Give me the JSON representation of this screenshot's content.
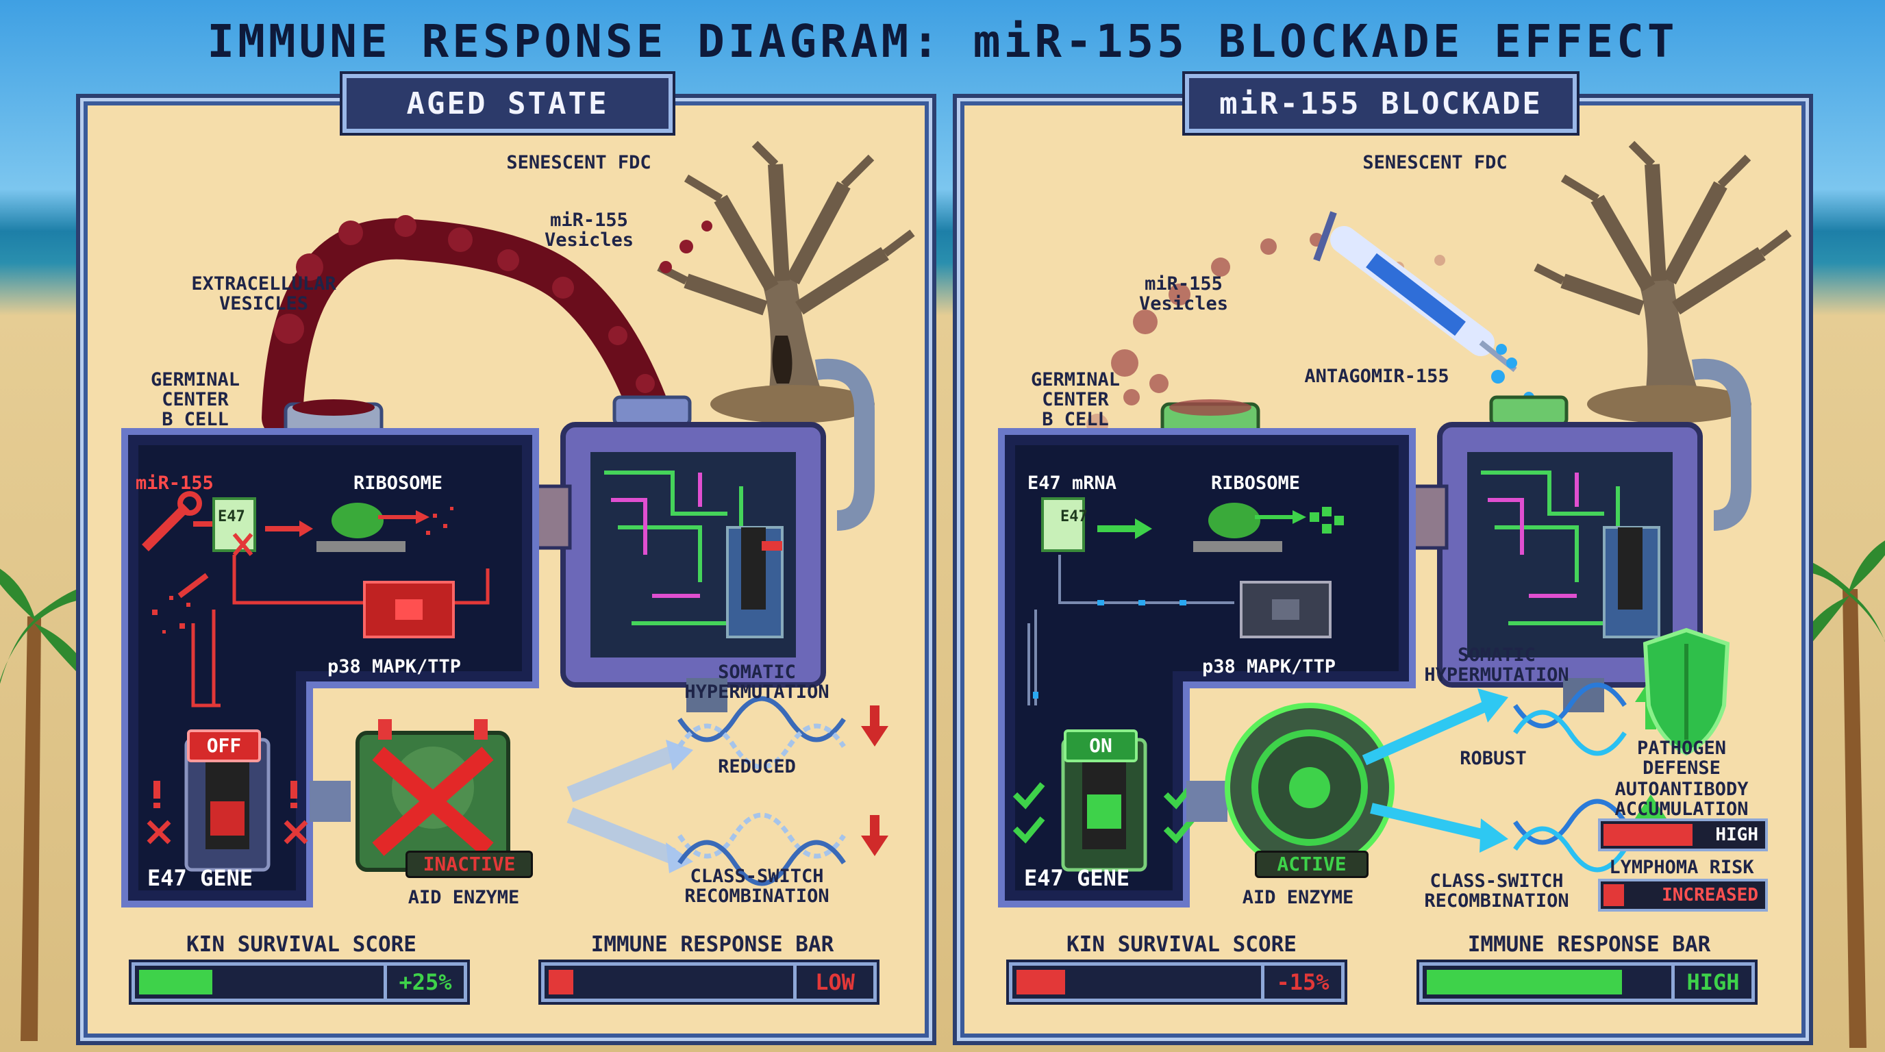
{
  "title": "IMMUNE RESPONSE DIAGRAM: miR-155 BLOCKADE EFFECT",
  "left": {
    "header": "AGED STATE",
    "senescent_fdc": "SENESCENT FDC",
    "mir155_vesicles": "miR-155\nVesicles",
    "extracellular_vesicles": "EXTRACELLULAR\nVESICLES",
    "gc_b_cell": "GERMINAL\nCENTER\nB CELL",
    "inner_mir155": "miR-155",
    "e47_doc": "E47",
    "ribosome": "RIBOSOME",
    "p38": "p38 MAPK/TTP",
    "switch_state": "OFF",
    "e47_gene": "E47 GENE",
    "aid_status": "INACTIVE",
    "aid_enzyme": "AID ENZYME",
    "shm": "SOMATIC\nHYPERMUTATION",
    "shm_status": "REDUCED",
    "csr": "CLASS-SWITCH\nRECOMBINATION",
    "kin_label": "KIN SURVIVAL SCORE",
    "kin_value": "+25%",
    "kin_level": 0.3,
    "immune_label": "IMMUNE RESPONSE BAR",
    "immune_value": "LOW",
    "immune_level": 0.1
  },
  "right": {
    "header": "miR-155 BLOCKADE",
    "senescent_fdc": "SENESCENT FDC",
    "mir155_vesicles": "miR-155\nVesicles",
    "antagomir": "ANTAGOMIR-155",
    "gc_b_cell": "GERMINAL\nCENTER\nB CELL",
    "e47_mrna": "E47 mRNA",
    "e47_doc": "E47",
    "ribosome": "RIBOSOME",
    "p38": "p38 MAPK/TTP",
    "switch_state": "ON",
    "e47_gene": "E47 GENE",
    "aid_status": "ACTIVE",
    "aid_enzyme": "AID ENZYME",
    "shm": "SOMATIC\nHYPERMUTATION",
    "shm_status": "ROBUST",
    "csr": "CLASS-SWITCH\nRECOMBINATION",
    "pathogen_defense": "PATHOGEN\nDEFENSE",
    "autoantibody": "AUTOANTIBODY\nACCUMULATION",
    "autoantibody_value": "HIGH",
    "lymphoma": "LYMPHOMA RISK",
    "lymphoma_value": "INCREASED",
    "kin_label": "KIN SURVIVAL SCORE",
    "kin_value": "-15%",
    "kin_level": 0.2,
    "immune_label": "IMMUNE RESPONSE BAR",
    "immune_value": "HIGH",
    "immune_level": 0.8
  },
  "colors": {
    "red": "#e33838",
    "green": "#3ed24a",
    "blue": "#2aa8f2",
    "navy": "#2c3a6a"
  },
  "icons": [
    "palm-tree-icon",
    "dead-tree-icon",
    "pipe-icon",
    "machine-icon",
    "wrench-icon",
    "document-icon",
    "ribosome-icon",
    "chip-icon",
    "lever-switch-icon",
    "gear-icon",
    "dna-icon",
    "arrow-icon",
    "syringe-icon",
    "shield-icon",
    "checkmark-icon",
    "x-mark-icon"
  ]
}
